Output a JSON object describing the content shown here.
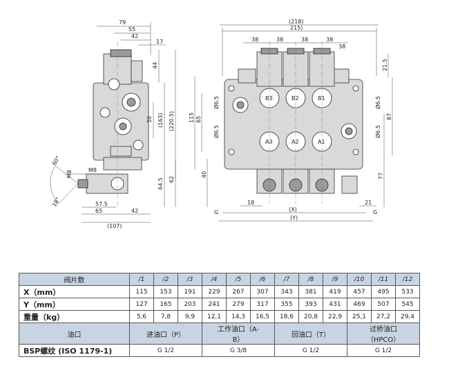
{
  "left_view_dims": {
    "top": [
      "79",
      "55",
      "42",
      "17"
    ],
    "right": [
      "44",
      "50",
      "(163)",
      "(220.5)",
      "64.5",
      "62"
    ],
    "port": [
      "M8",
      "M8"
    ],
    "bottom": [
      "57.5",
      "65",
      "42",
      "(107)"
    ],
    "angles": [
      "60°",
      "18°"
    ]
  },
  "front_view_dims": {
    "top": [
      "(218)",
      "215)",
      "38",
      "38",
      "38",
      "38",
      "38"
    ],
    "right": [
      "21.5",
      "Ø6.5",
      "Ø6.5",
      "87",
      "77"
    ],
    "left": [
      "115",
      "65",
      "Ø6.5",
      "Ø6.5",
      "40",
      "G"
    ],
    "bottom": [
      "18",
      "(X)",
      "(Y)",
      "21",
      "G"
    ],
    "port_labels": [
      "B3",
      "B2",
      "B1",
      "A3",
      "A2",
      "A1"
    ]
  },
  "table": {
    "col_header": "阀片数",
    "cols": [
      "/1",
      "/2",
      "/3",
      "/4",
      "/5",
      "/6",
      "/7",
      "/8",
      "/9",
      "/10",
      "/11",
      "/12"
    ],
    "rows": [
      {
        "label": "X（mm）",
        "values": [
          "115",
          "153",
          "191",
          "229",
          "267",
          "307",
          "343",
          "381",
          "419",
          "457",
          "495",
          "533"
        ]
      },
      {
        "label": "Y（mm）",
        "values": [
          "127",
          "165",
          "203",
          "241",
          "279",
          "317",
          "355",
          "393",
          "431",
          "469",
          "507",
          "545"
        ]
      },
      {
        "label": "重量（kg）",
        "values": [
          "5,6",
          "7,8",
          "9,9",
          "12,1",
          "14,3",
          "16,5",
          "18,6",
          "20,8",
          "22,9",
          "25,1",
          "27,2",
          "29,4"
        ]
      }
    ],
    "port_header": "油口",
    "port_p": "进油口（P）",
    "port_ab_1": "工作油口（A-",
    "port_ab_2": "B）",
    "port_t": "回油口（T）",
    "port_hpco_1": "过桥油口",
    "port_hpco_2": "（HPCO）",
    "bsp_label": "BSP螺纹 (ISO 1179-1)",
    "bsp_p": "G 1/2",
    "bsp_ab": "G 3/8",
    "bsp_t": "G 1/2",
    "bsp_hpco": "G 1/2"
  }
}
